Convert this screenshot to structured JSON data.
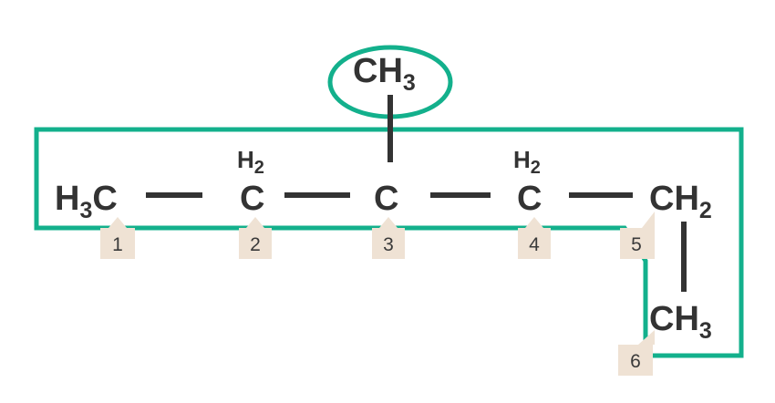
{
  "colors": {
    "chain_outline": "#13b08c",
    "atom_text": "#333333",
    "number_tag": "#efe2d4"
  },
  "substituent": {
    "label": "CH",
    "sub": "3"
  },
  "chain": [
    {
      "pre": "H",
      "presub": "3",
      "label": "C",
      "sub": "",
      "above": "",
      "number": "1"
    },
    {
      "pre": "",
      "presub": "",
      "label": "C",
      "sub": "",
      "above": "H",
      "abovesub": "2",
      "number": "2"
    },
    {
      "pre": "",
      "presub": "",
      "label": "C",
      "sub": "",
      "above": "",
      "number": "3"
    },
    {
      "pre": "",
      "presub": "",
      "label": "C",
      "sub": "",
      "above": "H",
      "abovesub": "2",
      "number": "4"
    },
    {
      "pre": "",
      "presub": "",
      "label": "CH",
      "sub": "2",
      "above": "",
      "number": "5"
    }
  ],
  "terminal": {
    "label": "CH",
    "sub": "3",
    "number": "6"
  }
}
